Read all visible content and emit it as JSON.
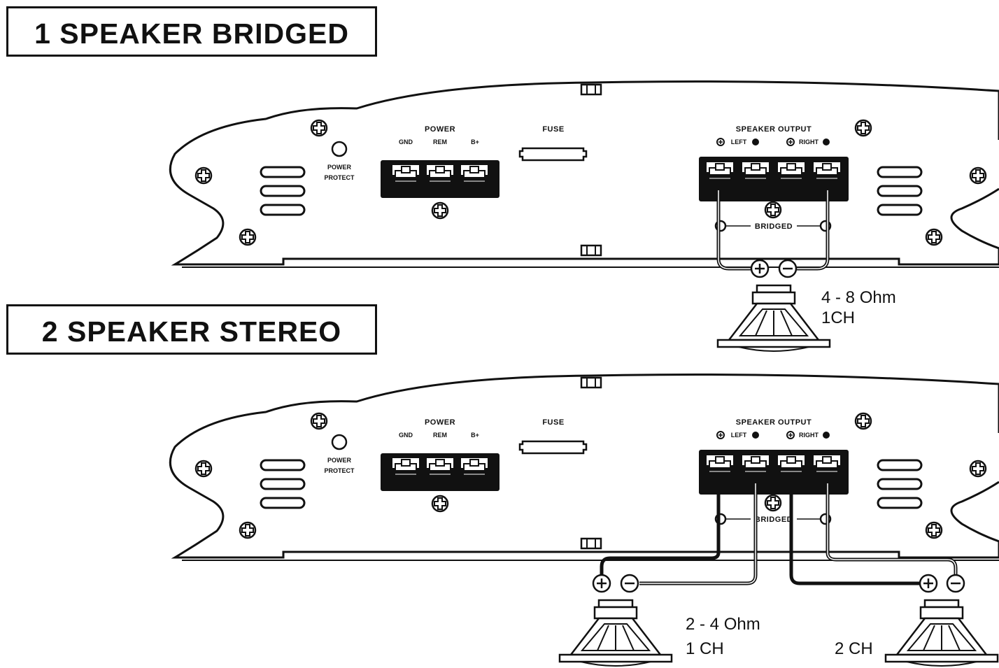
{
  "sections": [
    {
      "title": "1 SPEAKER BRIDGED",
      "power_label": "POWER",
      "gnd_label": "GND",
      "rem_label": "REM",
      "bplus_label": "B+",
      "fuse_label": "FUSE",
      "power_protect_line1": "POWER",
      "power_protect_line2": "PROTECT",
      "speaker_output_label": "SPEAKER OUTPUT",
      "left_label": "LEFT",
      "right_label": "RIGHT",
      "bridged_label": "BRIDGED",
      "speaker1_ohm": "4 - 8 Ohm",
      "speaker1_ch": "1CH"
    },
    {
      "title": "2 SPEAKER STEREO",
      "power_label": "POWER",
      "gnd_label": "GND",
      "rem_label": "REM",
      "bplus_label": "B+",
      "fuse_label": "FUSE",
      "power_protect_line1": "POWER",
      "power_protect_line2": "PROTECT",
      "speaker_output_label": "SPEAKER OUTPUT",
      "left_label": "LEFT",
      "right_label": "RIGHT",
      "bridged_label": "BRIDGED",
      "speaker1_ohm": "2 - 4 Ohm",
      "speaker1_ch": "1 CH",
      "speaker2_ch": "2 CH"
    }
  ]
}
